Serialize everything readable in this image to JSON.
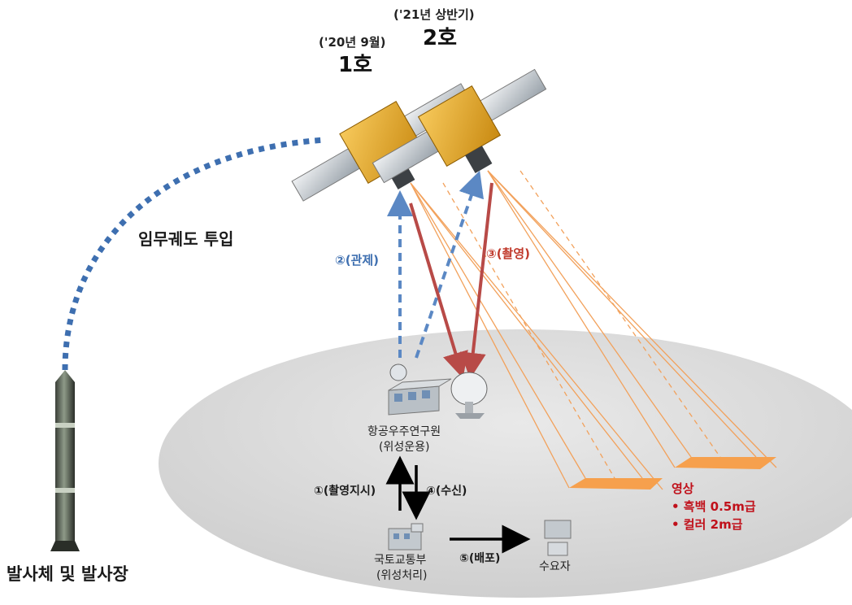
{
  "satellites": {
    "sat1": {
      "date": "('20년 9월)",
      "name": "1호"
    },
    "sat2": {
      "date": "('21년 상반기)",
      "name": "2호"
    }
  },
  "labels": {
    "orbit_insertion": "임무궤도 투입",
    "launch_site": "발사체 및 발사장",
    "control": "②(관제)",
    "imaging": "③(촬영)",
    "kari_line1": "항공우주연구원",
    "kari_line2": "(위성운용)",
    "command": "①(촬영지시)",
    "receive": "④(수신)",
    "molit_line1": "국토교통부",
    "molit_line2": "(위성처리)",
    "distribution": "⑤(배포)",
    "consumer": "수요자",
    "image_title": "영상",
    "image_bw": "• 흑백 0.5m급",
    "image_color": "• 컬러 2m급"
  },
  "colors": {
    "blue_link": "#3e6fb0",
    "red_link": "#b84a47",
    "footprint": "#f6a04d",
    "ground": "#d9d9d9"
  },
  "icons": [
    "satellite-icon",
    "rocket-icon",
    "ground-station-icon",
    "dish-antenna-icon",
    "building-icon"
  ]
}
